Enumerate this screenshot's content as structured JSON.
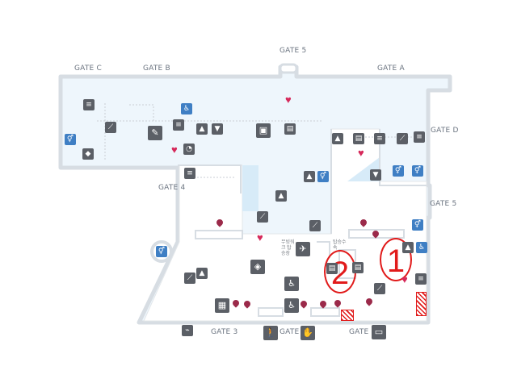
{
  "gates": {
    "gate_c": "GATE C",
    "gate_b": "GATE B",
    "gate_5_top": "GATE 5",
    "gate_a": "GATE A",
    "gate_d": "GATE D",
    "gate_5_right": "GATE 5",
    "gate_4": "GATE 4",
    "gate_3": "GATE 3",
    "gate_2": "GATE 2",
    "gate_1": "GATE 1"
  },
  "markers": {
    "one": "1",
    "two": "2"
  },
  "korean_labels": {
    "label_a": "무빙워크 탑승장",
    "label_b": "탑승수속"
  },
  "icons": {
    "restroom": "restroom-icon",
    "escalator": "escalator-icon",
    "elevator": "elevator-icon",
    "first_aid": "first-aid-icon",
    "information": "information-icon",
    "luggage": "luggage-icon",
    "atm": "atm-icon",
    "bus": "bus-icon",
    "smoking": "smoking-icon",
    "walking": "pedestrian-icon",
    "accessible": "accessible-icon",
    "nursing": "nursing-room-icon",
    "lounge": "lounge-icon"
  },
  "colors": {
    "floor": "#eef6fc",
    "wall": "#d7dde3",
    "accent_red": "#e11b1b",
    "icon_dark": "#5b5f66",
    "icon_blue": "#3f7fc4",
    "pin": "#9b2a4a",
    "heart": "#d6285a"
  }
}
